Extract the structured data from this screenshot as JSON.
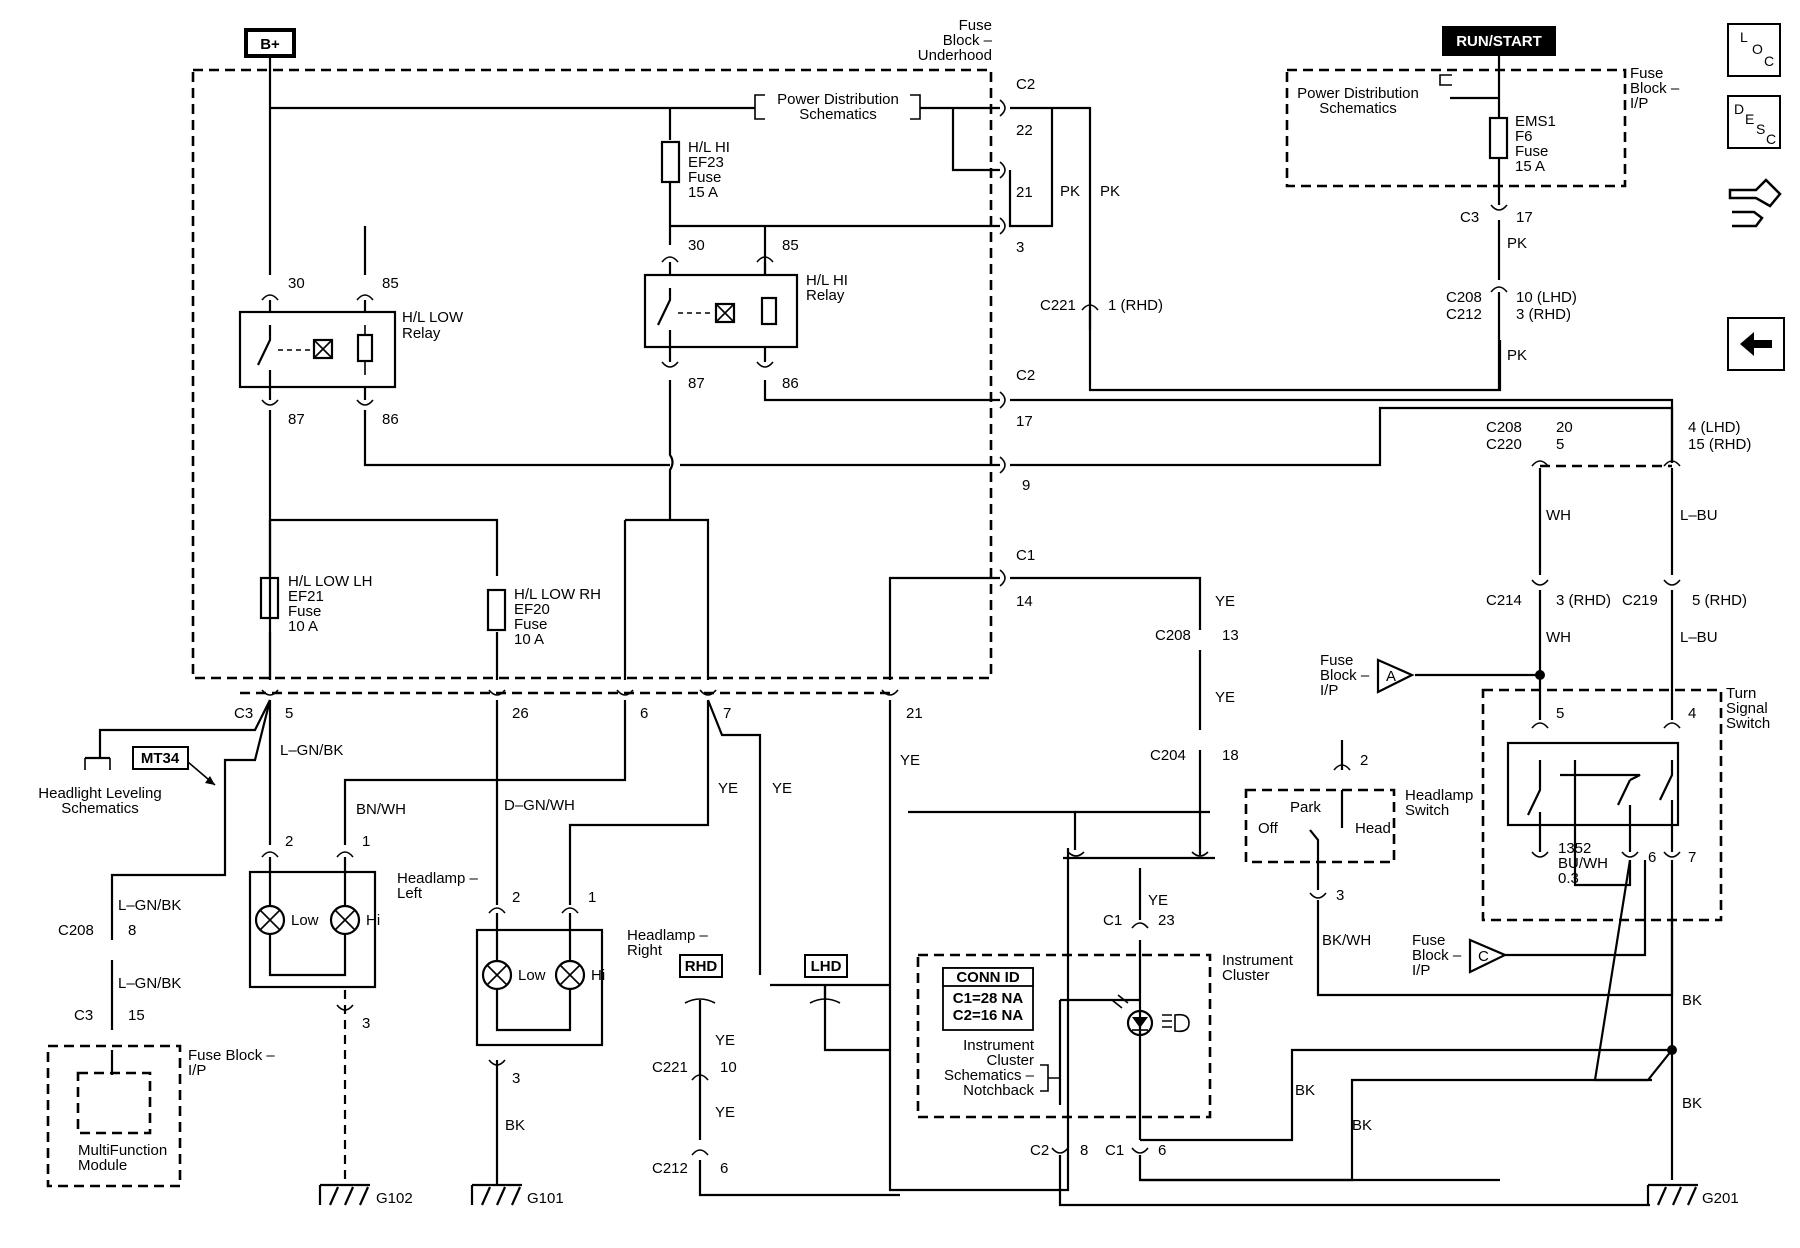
{
  "tags": {
    "bplus": "B+",
    "run_start": "RUN/START",
    "mt34": "MT34",
    "rhd": "RHD",
    "lhd": "LHD",
    "conn_id": "CONN ID",
    "c1_na": "C1=28 NA",
    "c2_na": "C2=16 NA"
  },
  "blocks": {
    "fuse_underhood": [
      "Fuse",
      "Block –",
      "Underhood"
    ],
    "fuse_ip_top": [
      "Fuse",
      "Block –",
      "I/P"
    ],
    "power_dist_1": [
      "Power Distribution",
      "Schematics"
    ],
    "power_dist_2": [
      "Power Distribution",
      "Schematics"
    ],
    "hl_low_relay": [
      "H/L LOW",
      "Relay"
    ],
    "hl_hi_relay": [
      "H/L HI",
      "Relay"
    ],
    "hl_hi_fuse": [
      "H/L HI",
      "EF23",
      "Fuse",
      "15 A"
    ],
    "hl_low_lh_fuse": [
      "H/L LOW LH",
      "EF21",
      "Fuse",
      "10 A"
    ],
    "hl_low_rh_fuse": [
      "H/L LOW RH",
      "EF20",
      "Fuse",
      "10 A"
    ],
    "ems1_fuse": [
      "EMS1",
      "F6",
      "Fuse",
      "15 A"
    ],
    "headlight_leveling": [
      "Headlight Leveling",
      "Schematics"
    ],
    "headlamp_left": [
      "Headlamp –",
      "Left"
    ],
    "headlamp_right": [
      "Headlamp –",
      "Right"
    ],
    "multifunction": [
      "MultiFunction",
      "Module"
    ],
    "fuse_block_ip_mfm": [
      "Fuse Block –",
      "I/P"
    ],
    "fuse_block_ip_a": [
      "Fuse",
      "Block –",
      "I/P"
    ],
    "fuse_block_ip_c": [
      "Fuse",
      "Block –",
      "I/P"
    ],
    "headlamp_switch": [
      "Headlamp",
      "Switch"
    ],
    "turn_signal_switch": [
      "Turn",
      "Signal",
      "Switch"
    ],
    "instrument_cluster": [
      "Instrument",
      "Cluster"
    ],
    "cluster_schematics": [
      "Instrument",
      "Cluster",
      "Schematics –",
      "Notchback"
    ],
    "circuit_1352": [
      "1352",
      "BU/WH",
      "0.3"
    ]
  },
  "words": {
    "low": "Low",
    "hi": "Hi",
    "park": "Park",
    "off": "Off",
    "head": "Head",
    "a": "A",
    "c": "C"
  },
  "connectors": {
    "c2": "C2",
    "c3": "C3",
    "c1": "C1",
    "c208": "C208",
    "c212": "C212",
    "c220": "C220",
    "c221": "C221",
    "c214": "C214",
    "c219": "C219",
    "c204": "C204",
    "c208_c212": [
      "C208",
      "C212"
    ],
    "c208_c220": [
      "C208",
      "C220"
    ]
  },
  "pins": {
    "p22": "22",
    "p21": "21",
    "p3": "3",
    "p17": "17",
    "p9": "9",
    "p14": "14",
    "p30": "30",
    "p85": "85",
    "p87": "87",
    "p86": "86",
    "p5": "5",
    "p26": "26",
    "p6": "6",
    "p7": "7",
    "p2": "2",
    "p1": "1",
    "p8": "8",
    "p15": "15",
    "p13": "13",
    "p18": "18",
    "p23": "23",
    "p10": "10",
    "p4": "4",
    "p20": "20",
    "rhd1": "1 (RHD)",
    "lhd10": "10 (LHD)",
    "rhd3": "3 (RHD)",
    "lhd4": "4 (LHD)",
    "rhd15": "15 (RHD)",
    "rhd3b": "3 (RHD)",
    "rhd5": "5 (RHD)"
  },
  "wires": {
    "pk": "PK",
    "lgnbk": "L–GN/BK",
    "bnwh": "BN/WH",
    "dgnwh": "D–GN/WH",
    "ye": "YE",
    "bk": "BK",
    "wh": "WH",
    "lbu": "L–BU",
    "bkwh": "BK/WH"
  },
  "grounds": {
    "g102": "G102",
    "g101": "G101",
    "g201": "G201"
  },
  "nav": {
    "loc": [
      "L",
      "O",
      "C"
    ],
    "desc": [
      "D",
      "E",
      "S",
      "C"
    ]
  }
}
